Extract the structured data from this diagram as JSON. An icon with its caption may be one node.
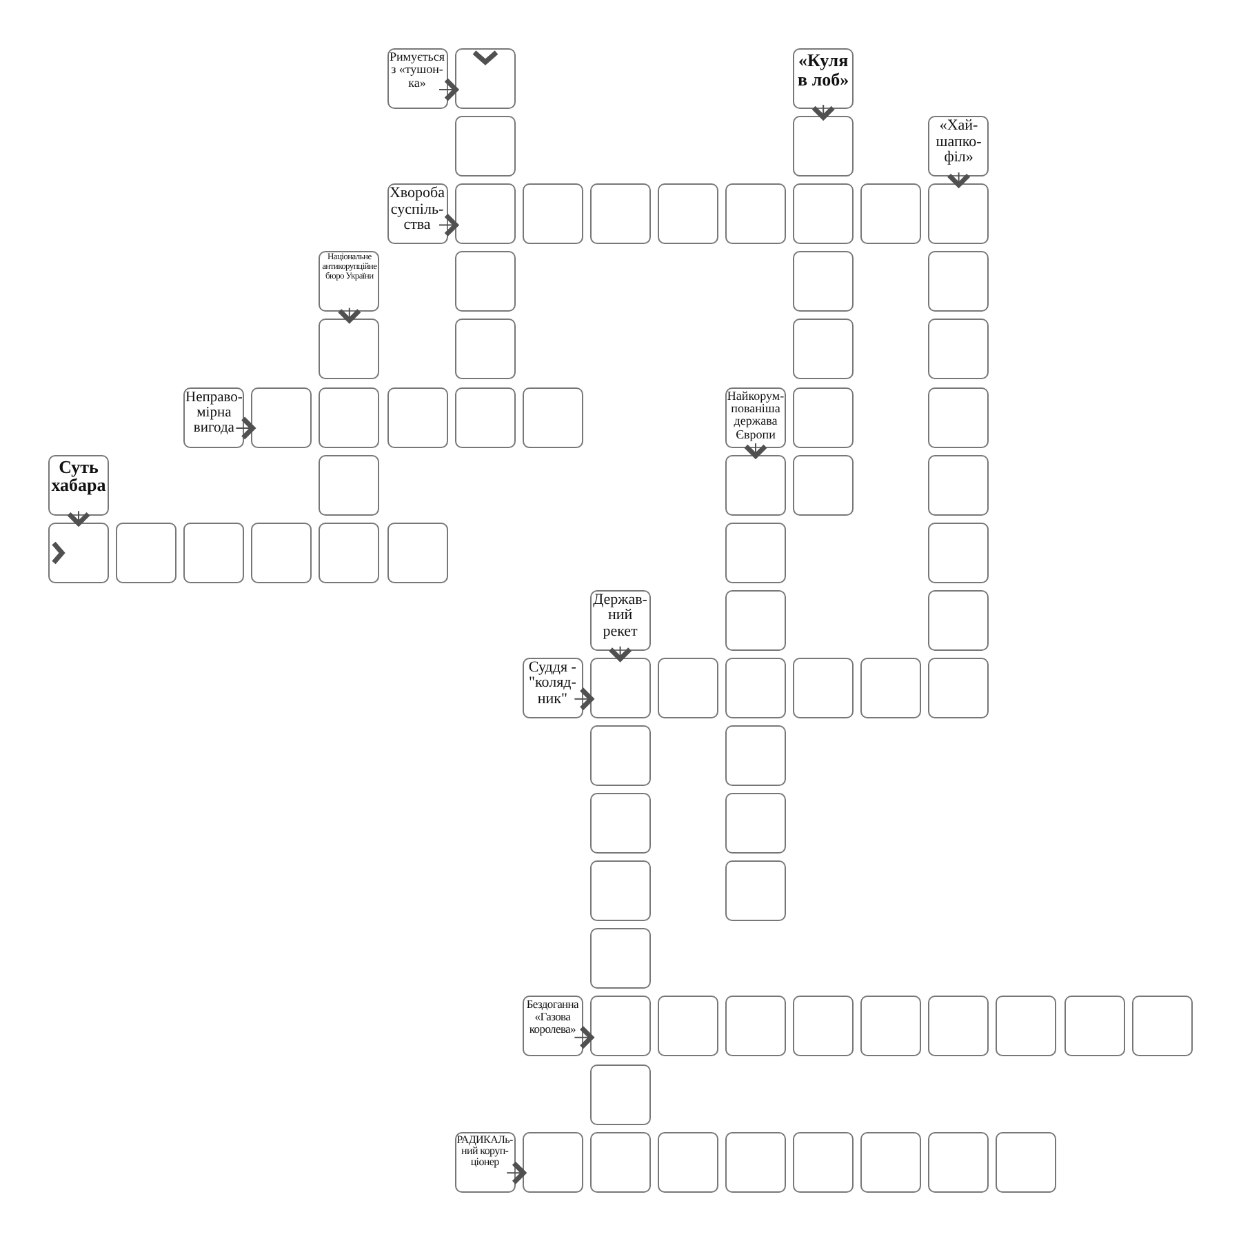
{
  "diagram": {
    "nodes": [
      {
        "text": [
          "Римується з «тушон-ка»"
        ]
      },
      {
        "text": [],
        "shape": "box"
      },
      {
        "text": [
          "«Куля в лоб»"
        ]
      },
      {
        "text": [],
        "shape": "box"
      },
      {
        "text": [],
        "shape": "box"
      },
      {
        "text": [
          "«Хай-шапко-філ»"
        ]
      },
      {
        "text": [
          "Хвороба суспіль-ства"
        ]
      },
      {
        "text": [],
        "shape": "box"
      },
      {
        "text": [],
        "shape": "box"
      },
      {
        "text": [],
        "shape": "box"
      },
      {
        "text": [],
        "shape": "box"
      },
      {
        "text": [],
        "shape": "box"
      },
      {
        "text": [],
        "shape": "box"
      },
      {
        "text": [],
        "shape": "box"
      },
      {
        "text": [],
        "shape": "box"
      },
      {
        "text": [
          "Національне антикорупційне бюро України"
        ]
      },
      {
        "text": [],
        "shape": "box"
      },
      {
        "text": [],
        "shape": "box"
      },
      {
        "text": [],
        "shape": "box"
      },
      {
        "text": [],
        "shape": "box"
      },
      {
        "text": [],
        "shape": "box"
      },
      {
        "text": [],
        "shape": "box"
      },
      {
        "text": [],
        "shape": "box"
      },
      {
        "text": [
          "Неправо-мірна вигода"
        ]
      },
      {
        "text": [],
        "shape": "box"
      },
      {
        "text": [],
        "shape": "box"
      },
      {
        "text": [],
        "shape": "box"
      },
      {
        "text": [],
        "shape": "box"
      },
      {
        "text": [],
        "shape": "box"
      },
      {
        "text": [
          "Найкорум-пованіша держава Європи"
        ]
      },
      {
        "text": [],
        "shape": "box"
      },
      {
        "text": [],
        "shape": "box"
      },
      {
        "text": [
          "Суть хабара"
        ]
      },
      {
        "text": [],
        "shape": "box"
      },
      {
        "text": [],
        "shape": "box"
      },
      {
        "text": [],
        "shape": "box"
      },
      {
        "text": [],
        "shape": "box"
      },
      {
        "text": [],
        "shape": "box"
      },
      {
        "text": [],
        "shape": "box"
      },
      {
        "text": [],
        "shape": "box"
      },
      {
        "text": [],
        "shape": "box"
      },
      {
        "text": [],
        "shape": "box"
      },
      {
        "text": [],
        "shape": "box"
      },
      {
        "text": [],
        "shape": "box"
      },
      {
        "text": [],
        "shape": "box"
      },
      {
        "text": [
          "Держав-ний рекет"
        ]
      },
      {
        "text": [],
        "shape": "box"
      },
      {
        "text": [],
        "shape": "box"
      },
      {
        "text": [
          "Суддя - \"коляд-ник\""
        ]
      },
      {
        "text": [],
        "shape": "box"
      },
      {
        "text": [],
        "shape": "box"
      },
      {
        "text": [],
        "shape": "box"
      },
      {
        "text": [],
        "shape": "box"
      },
      {
        "text": [],
        "shape": "box"
      },
      {
        "text": [],
        "shape": "box"
      },
      {
        "text": [],
        "shape": "box"
      },
      {
        "text": [],
        "shape": "box"
      },
      {
        "text": [],
        "shape": "box"
      },
      {
        "text": [],
        "shape": "box"
      },
      {
        "text": [],
        "shape": "box"
      },
      {
        "text": [],
        "shape": "box"
      },
      {
        "text": [],
        "shape": "box"
      },
      {
        "text": [
          "Бездоганна «Газова королева»"
        ]
      },
      {
        "text": [],
        "shape": "box"
      },
      {
        "text": [],
        "shape": "box"
      },
      {
        "text": [],
        "shape": "box"
      },
      {
        "text": [],
        "shape": "box"
      },
      {
        "text": [],
        "shape": "box"
      },
      {
        "text": [],
        "shape": "box"
      },
      {
        "text": [],
        "shape": "box"
      },
      {
        "text": [],
        "shape": "box"
      },
      {
        "text": [],
        "shape": "box"
      },
      {
        "text": [],
        "shape": "box"
      },
      {
        "text": [
          "РАДИКАЛь-ний коруп-ціонер"
        ]
      },
      {
        "text": [],
        "shape": "box"
      },
      {
        "text": [],
        "shape": "box"
      },
      {
        "text": [],
        "shape": "box"
      },
      {
        "text": [],
        "shape": "box"
      },
      {
        "text": [],
        "shape": "box"
      },
      {
        "text": [],
        "shape": "box"
      },
      {
        "text": [],
        "shape": "box"
      },
      {
        "text": [],
        "shape": "box"
      }
    ],
    "edges": [
      {
        "from": 0,
        "to": 1,
        "arrow": "to"
      },
      {
        "from": 2,
        "to": 4,
        "arrow": "to"
      },
      {
        "from": 5,
        "to": 14,
        "arrow": "to"
      },
      {
        "from": 6,
        "to": 7,
        "arrow": "to"
      },
      {
        "from": 15,
        "to": 19,
        "arrow": "to"
      },
      {
        "from": 23,
        "to": 24,
        "arrow": "to"
      },
      {
        "from": 29,
        "to": 34,
        "arrow": "to"
      },
      {
        "from": 32,
        "to": 37,
        "arrow": "to"
      },
      {
        "from": 45,
        "to": 49,
        "arrow": "to"
      },
      {
        "from": 48,
        "to": 49,
        "arrow": "to"
      },
      {
        "from": 62,
        "to": 63,
        "arrow": "to"
      },
      {
        "from": 73,
        "to": 74,
        "arrow": "to"
      }
    ]
  }
}
